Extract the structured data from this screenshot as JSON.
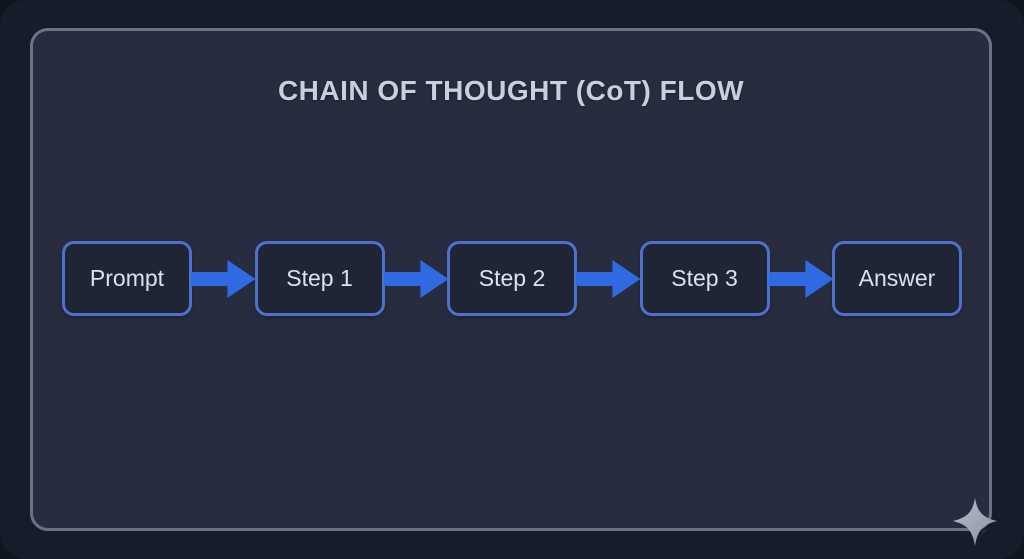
{
  "title": "CHAIN OF THOUGHT (CoT) FLOW",
  "flow": {
    "nodes": [
      {
        "id": "prompt",
        "label": "Prompt"
      },
      {
        "id": "step-1",
        "label": "Step 1"
      },
      {
        "id": "step-2",
        "label": "Step 2"
      },
      {
        "id": "step-3",
        "label": "Step 3"
      },
      {
        "id": "answer",
        "label": "Answer"
      }
    ],
    "connections": [
      {
        "from": "prompt",
        "to": "step-1"
      },
      {
        "from": "step-1",
        "to": "step-2"
      },
      {
        "from": "step-2",
        "to": "step-3"
      },
      {
        "from": "step-3",
        "to": "answer"
      }
    ]
  },
  "icons": {
    "sparkle": {
      "name": "sparkle-icon",
      "position": "bottom-right"
    }
  },
  "colors": {
    "page_background": "#11151f",
    "card_background": "#171c2b",
    "panel_background": "#272d3e",
    "panel_border": "#6b7484",
    "node_background": "#1f2534",
    "node_border": "#4e71cf",
    "node_text": "#dde1e9",
    "arrow_fill": "#2f6ae2",
    "title_text": "#c9cfdb",
    "sparkle_fill": "#9aa2b2"
  }
}
